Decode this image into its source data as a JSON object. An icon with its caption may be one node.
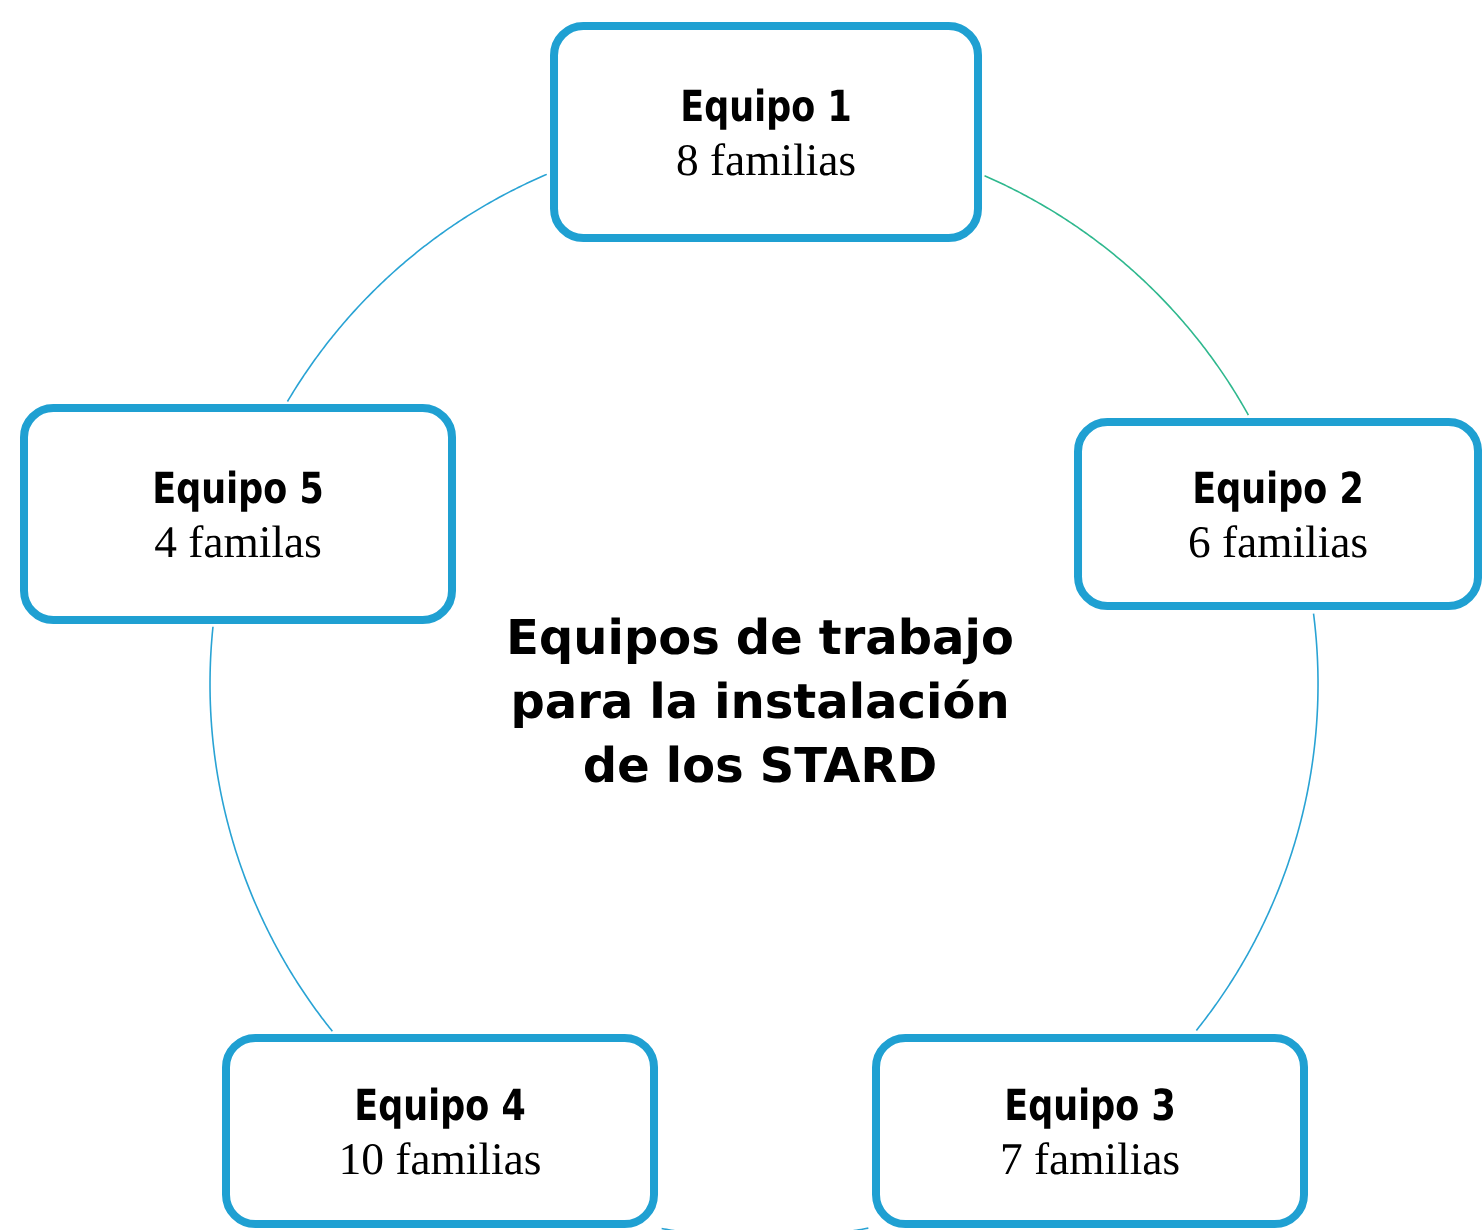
{
  "diagram": {
    "title": "Equipos de trabajo para la instalación de los STARD",
    "nodes": [
      {
        "text": [
          "Equipo 1",
          "8 familias"
        ]
      },
      {
        "text": [
          "Equipo 2",
          "6 familias"
        ]
      },
      {
        "text": [
          "Equipo 3",
          "7 familias"
        ]
      },
      {
        "text": [
          "Equipo 4",
          "10 familias"
        ]
      },
      {
        "text": [
          "Equipo 5",
          "4 familas"
        ]
      }
    ],
    "edges": [
      {
        "from": 0,
        "to": 1,
        "arrow": "none",
        "color": "#2fb88e"
      },
      {
        "from": 1,
        "to": 2,
        "arrow": "none"
      },
      {
        "from": 2,
        "to": 3,
        "arrow": "none"
      },
      {
        "from": 3,
        "to": 4,
        "arrow": "none"
      },
      {
        "from": 4,
        "to": 0,
        "arrow": "none"
      }
    ]
  }
}
